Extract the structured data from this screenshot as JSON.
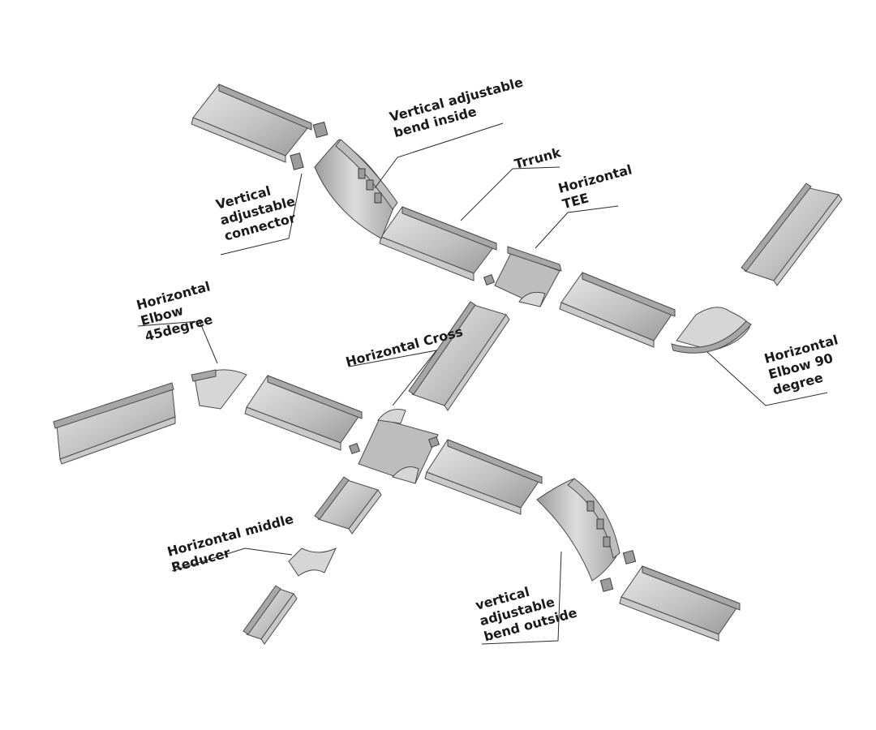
{
  "labels": {
    "vertical_bend_inside": [
      "Vertical adjustable",
      "bend inside"
    ],
    "vertical_connector": [
      "Vertical",
      "adjustable",
      "connector"
    ],
    "trunk": [
      "Trrunk"
    ],
    "horizontal_tee": [
      "Horizontal",
      "TEE"
    ],
    "horizontal_elbow_45": [
      "Horizontal",
      "Elbow",
      "45degree"
    ],
    "horizontal_cross": [
      "Horizontal Cross"
    ],
    "horizontal_elbow_90": [
      "Horizontal",
      "Elbow 90",
      "degree"
    ],
    "horizontal_middle_reducer": [
      "Horizontal middle",
      "Reducer"
    ],
    "vertical_bend_outside": [
      "vertical",
      "adjustable",
      "bend outside"
    ]
  },
  "colors": {
    "tray_light": "#e4e4e4",
    "tray_mid": "#bcbcbc",
    "tray_dark": "#8f8f8f",
    "outline": "#4a4a4a",
    "label": "#1a1a1a"
  }
}
